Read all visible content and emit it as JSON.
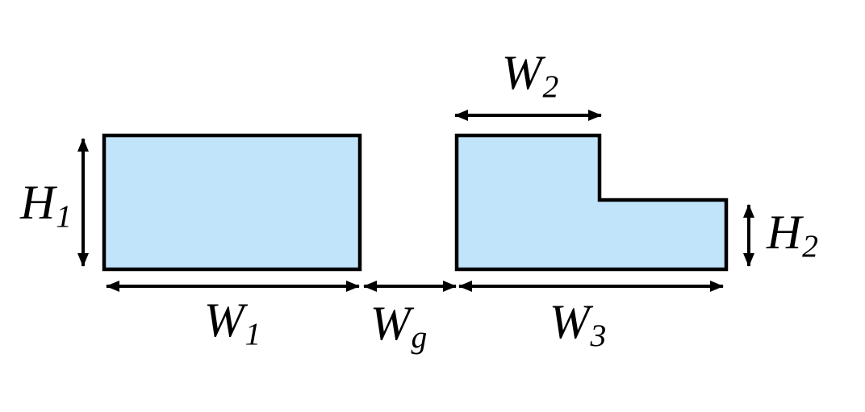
{
  "diagram": {
    "background": "#ffffff",
    "shape_fill": "#c2e4fb",
    "line_color": "#000000",
    "label_color": "#000000"
  },
  "labels": {
    "h1": {
      "main": "H",
      "sub": "1"
    },
    "w1": {
      "main": "W",
      "sub": "1"
    },
    "wg": {
      "main": "W",
      "sub": "g"
    },
    "w2": {
      "main": "W",
      "sub": "2"
    },
    "w3": {
      "main": "W",
      "sub": "3"
    },
    "h2": {
      "main": "H",
      "sub": "2"
    }
  }
}
